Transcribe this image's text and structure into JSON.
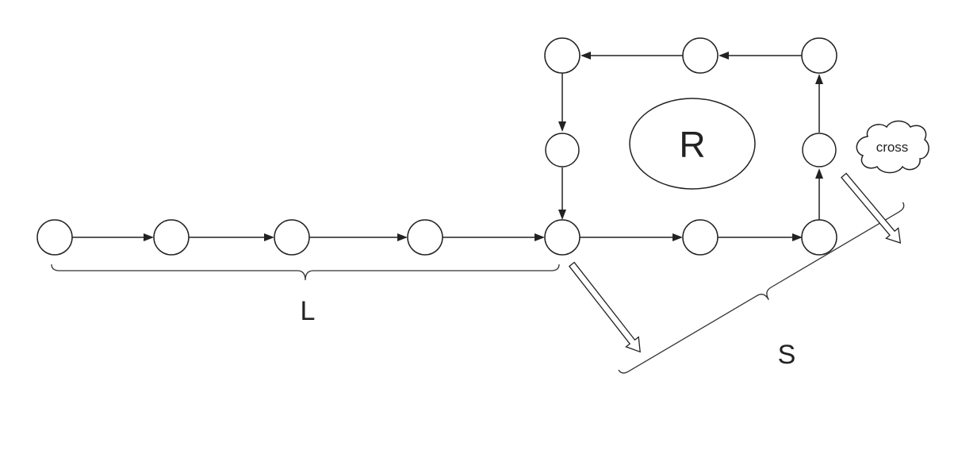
{
  "labels": {
    "L": "L",
    "S": "S",
    "R": "R",
    "cross": "cross"
  },
  "colors": {
    "stroke": "#222222",
    "background": "#ffffff"
  }
}
